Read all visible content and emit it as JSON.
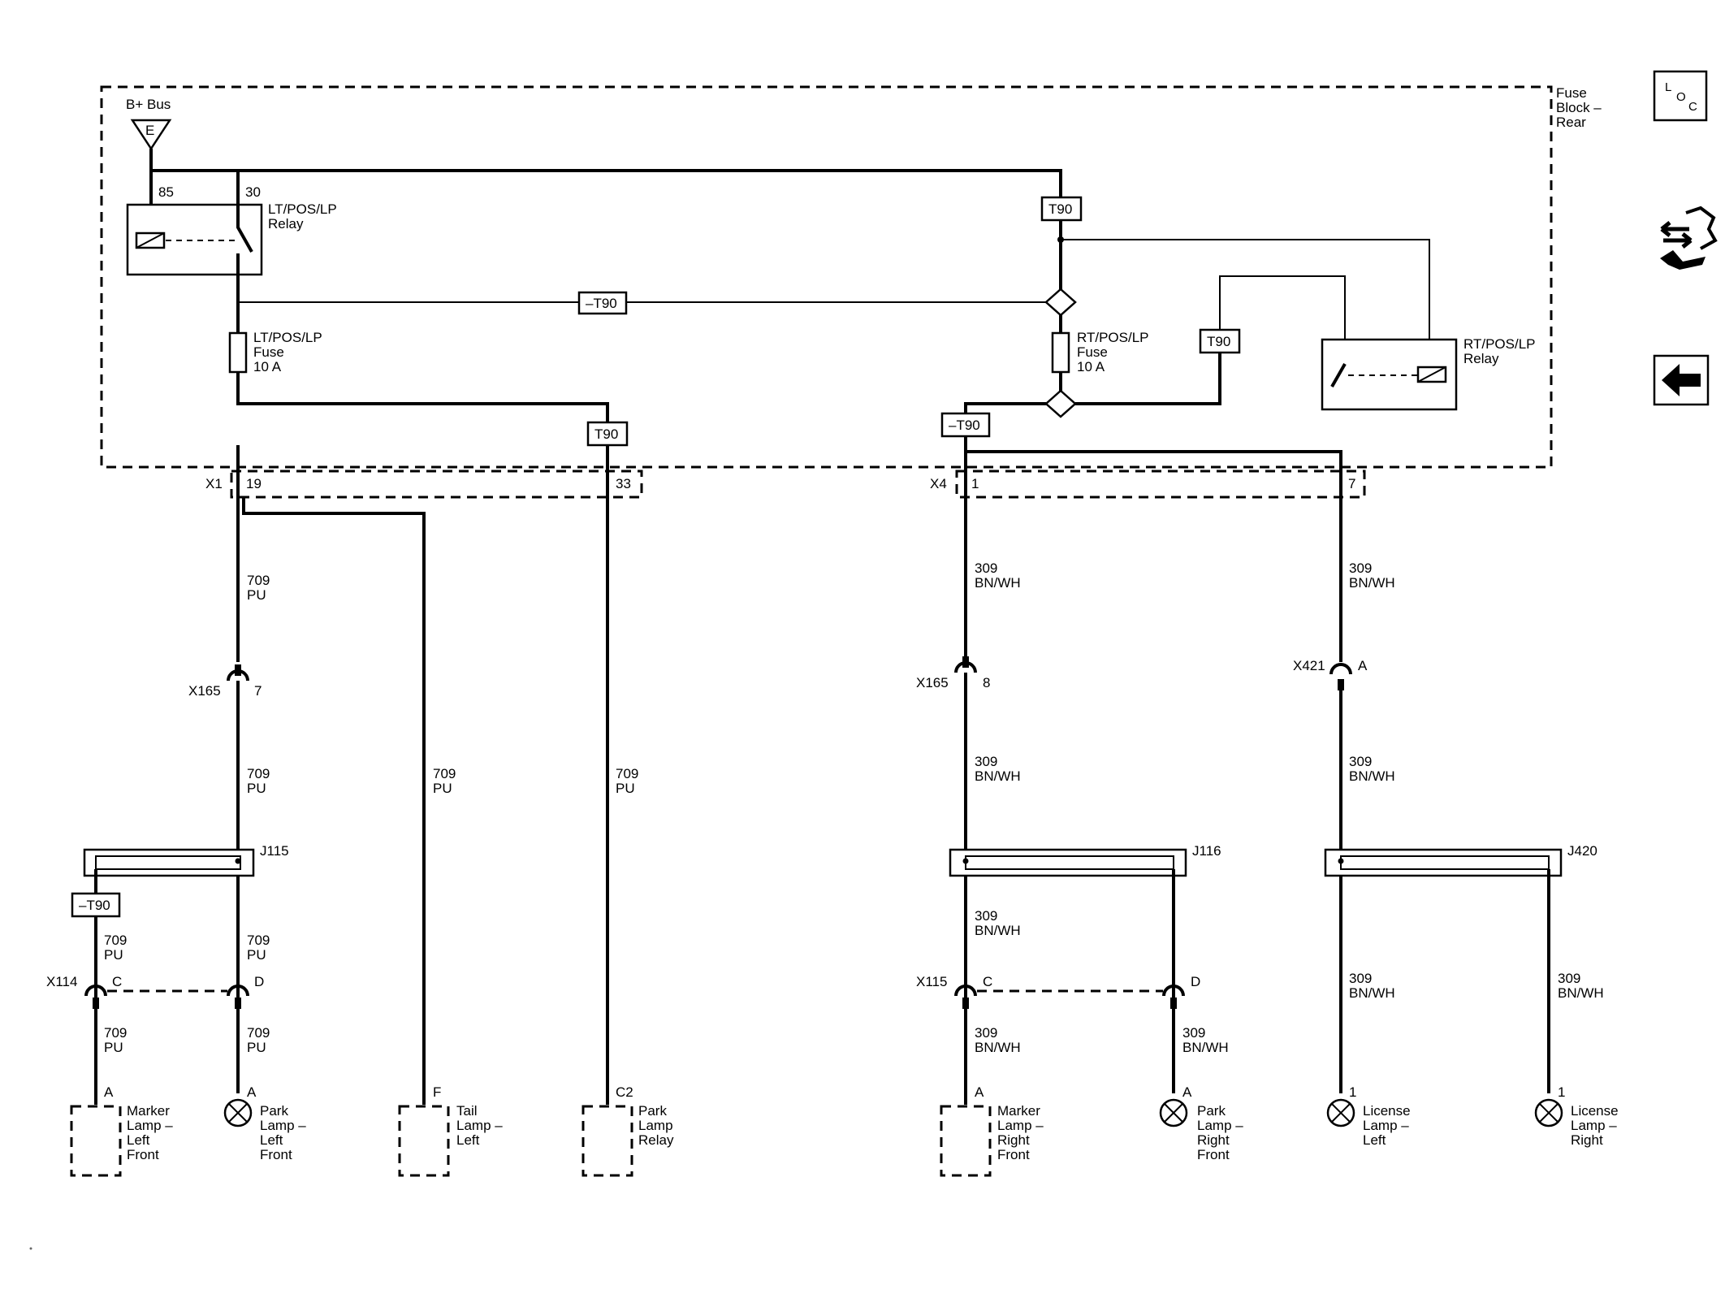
{
  "labels": {
    "bbus": "B+ Bus",
    "bbus_letter": "E",
    "fuse_block": [
      "Fuse",
      "Block –",
      "Rear"
    ],
    "pin85": "85",
    "pin30": "30",
    "lt_relay": [
      "LT/POS/LP",
      "Relay"
    ],
    "rt_relay": [
      "RT/POS/LP",
      "Relay"
    ],
    "lt_fuse": [
      "LT/POS/LP",
      "Fuse",
      "10 A"
    ],
    "rt_fuse": [
      "RT/POS/LP",
      "Fuse",
      "10 A"
    ],
    "t90": "T90",
    "nt90": "–T90",
    "x1": "X1",
    "x1_p19": "19",
    "x1_p33": "33",
    "x4": "X4",
    "x4_p1": "1",
    "x4_p7": "7",
    "wire709": [
      "709",
      "PU"
    ],
    "wire309": [
      "309",
      "BN/WH"
    ],
    "x165a": "X165",
    "x165a_pin": "7",
    "x165b": "X165",
    "x165b_pin": "8",
    "x421": "X421",
    "x421_pin": "A",
    "j115": "J115",
    "j116": "J116",
    "j420": "J420",
    "x114": "X114",
    "x115": "X115",
    "pin_c": "C",
    "pin_d": "D",
    "pin_a": "A",
    "pin_f": "F",
    "pin_c2": "C2",
    "pin_1": "1"
  },
  "loads": {
    "marker_left": [
      "Marker",
      "Lamp –",
      "Left",
      "Front"
    ],
    "park_left": [
      "Park",
      "Lamp –",
      "Left",
      "Front"
    ],
    "tail_left": [
      "Tail",
      "Lamp –",
      "Left"
    ],
    "park_relay": [
      "Park",
      "Lamp",
      "Relay"
    ],
    "marker_right": [
      "Marker",
      "Lamp –",
      "Right",
      "Front"
    ],
    "park_right": [
      "Park",
      "Lamp –",
      "Right",
      "Front"
    ],
    "license_left": [
      "License",
      "Lamp –",
      "Left"
    ],
    "license_right": [
      "License",
      "Lamp –",
      "Right"
    ]
  },
  "toolbar": {
    "loc_icon": "loc-icon",
    "loc_letters": [
      "L",
      "O",
      "C"
    ],
    "connector_icon": "connector-tool-icon",
    "back_icon": "back-arrow-icon"
  }
}
